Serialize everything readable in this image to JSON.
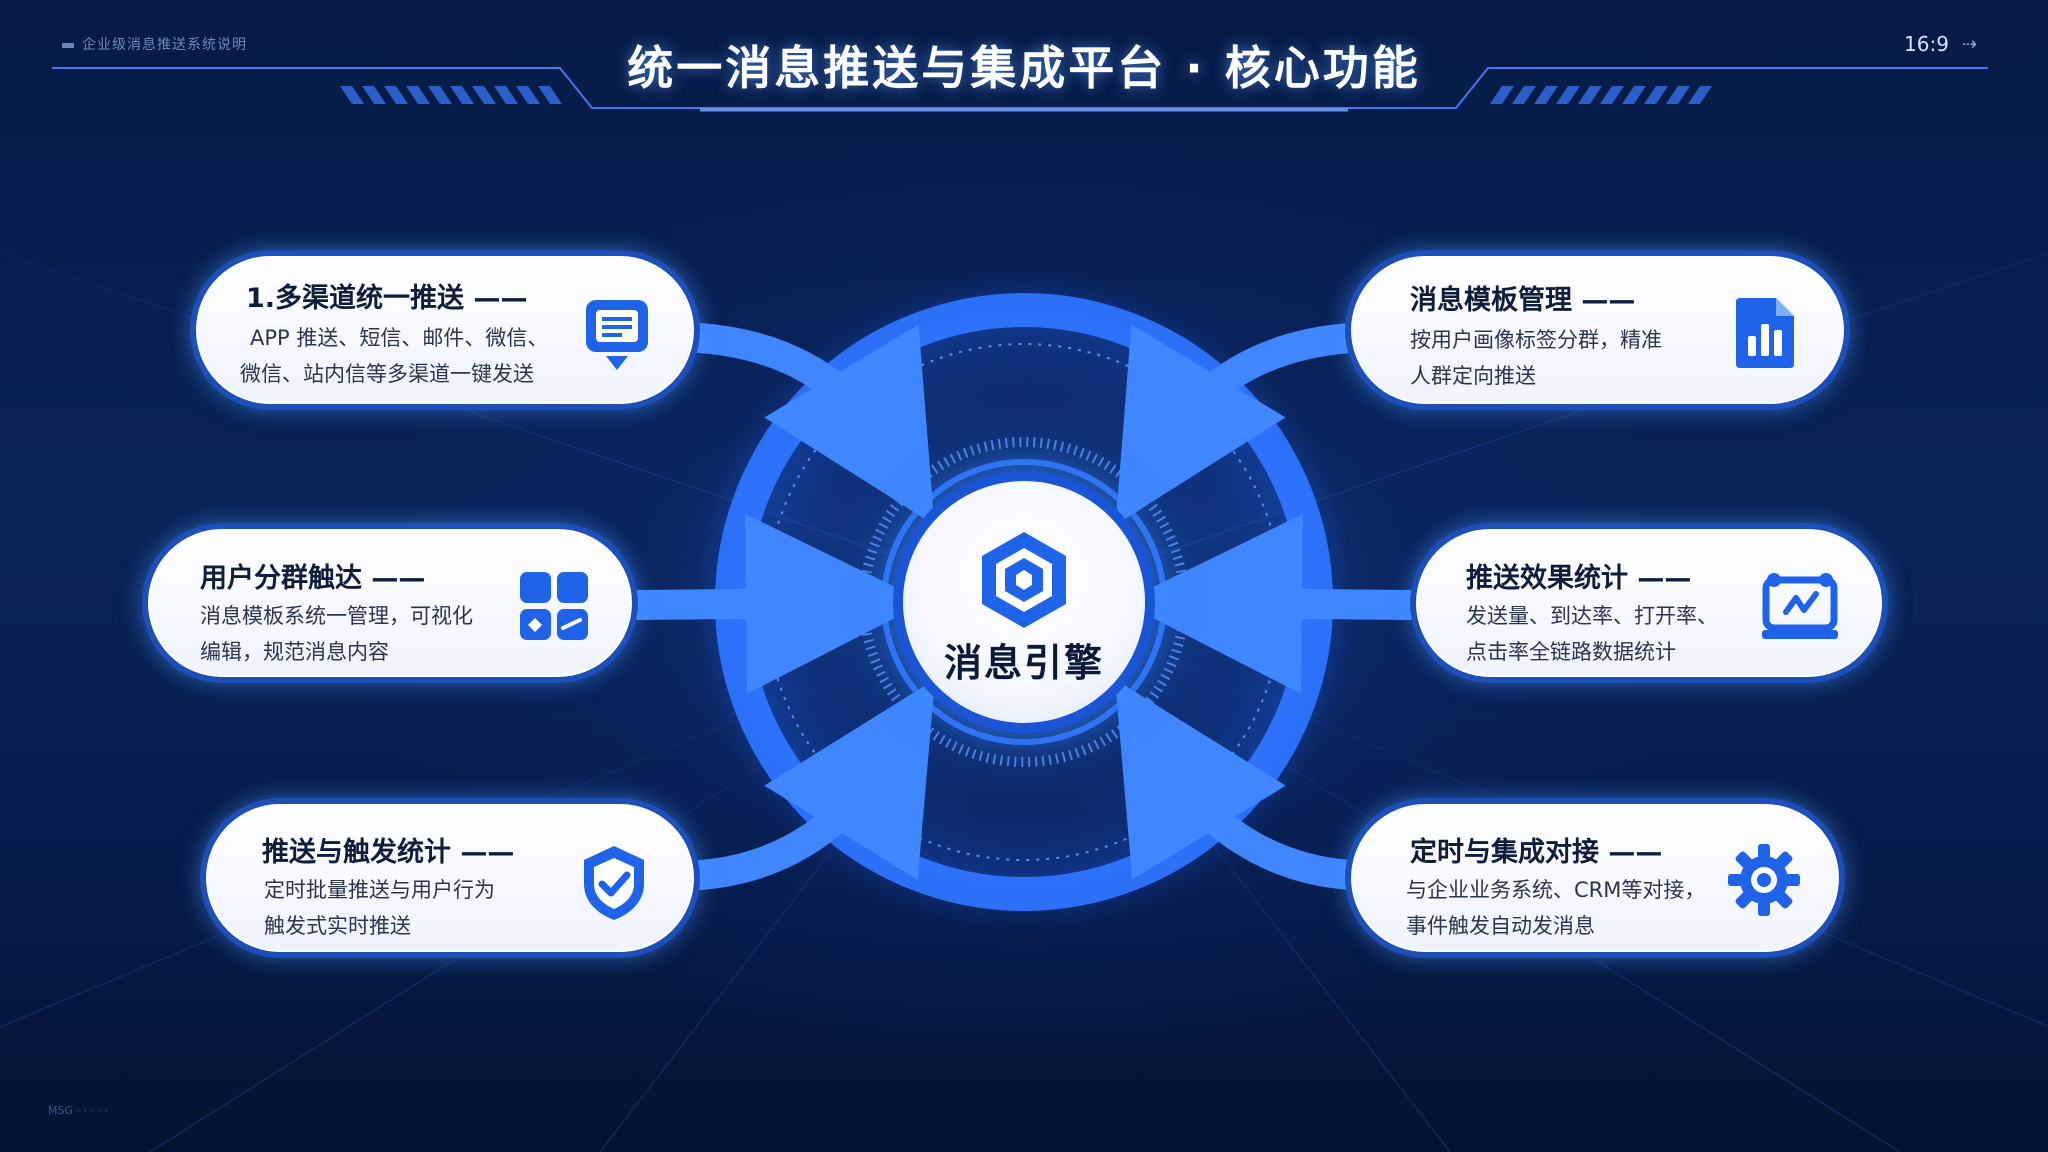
{
  "header": {
    "title": "统一消息推送与集成平台 · 核心功能",
    "tag": "企业级消息推送系统说明",
    "aspect": "16:9",
    "footer_tag": "MSG · · · · ·"
  },
  "center": {
    "label": "消息引擎",
    "icon": "hexagon-cube-icon"
  },
  "colors": {
    "background": "#06163d",
    "accent": "#2f74ff",
    "card_border": "#1d4fb8",
    "title_text": "#ffffff"
  },
  "cards": [
    {
      "title": "1.多渠道统一推送 ——",
      "desc_line1": "APP 推送、短信、邮件、微信、",
      "desc_line2": "微信、站内信等多渠道一键发送",
      "icon": "message-screen-icon"
    },
    {
      "title": "用户分群触达 ——",
      "desc_line1": "消息模板系统一管理，可视化",
      "desc_line2": "编辑，规范消息内容",
      "icon": "app-grid-icon"
    },
    {
      "title": "推送与触发统计 ——",
      "desc_line1": "定时批量推送与用户行为",
      "desc_line2": "触发式实时推送",
      "icon": "shield-check-icon"
    },
    {
      "title": "消息模板管理 ——",
      "desc_line1": "按用户画像标签分群，精准",
      "desc_line2": "人群定向推送",
      "icon": "bar-chart-document-icon"
    },
    {
      "title": "推送效果统计 ——",
      "desc_line1": "发送量、到达率、打开率、",
      "desc_line2": "点击率全链路数据统计",
      "icon": "analytics-dashboard-icon"
    },
    {
      "title": "定时与集成对接 ——",
      "desc_line1": "与企业业务系统、CRM等对接，",
      "desc_line2": "事件触发自动发消息",
      "icon": "gear-icon"
    }
  ]
}
